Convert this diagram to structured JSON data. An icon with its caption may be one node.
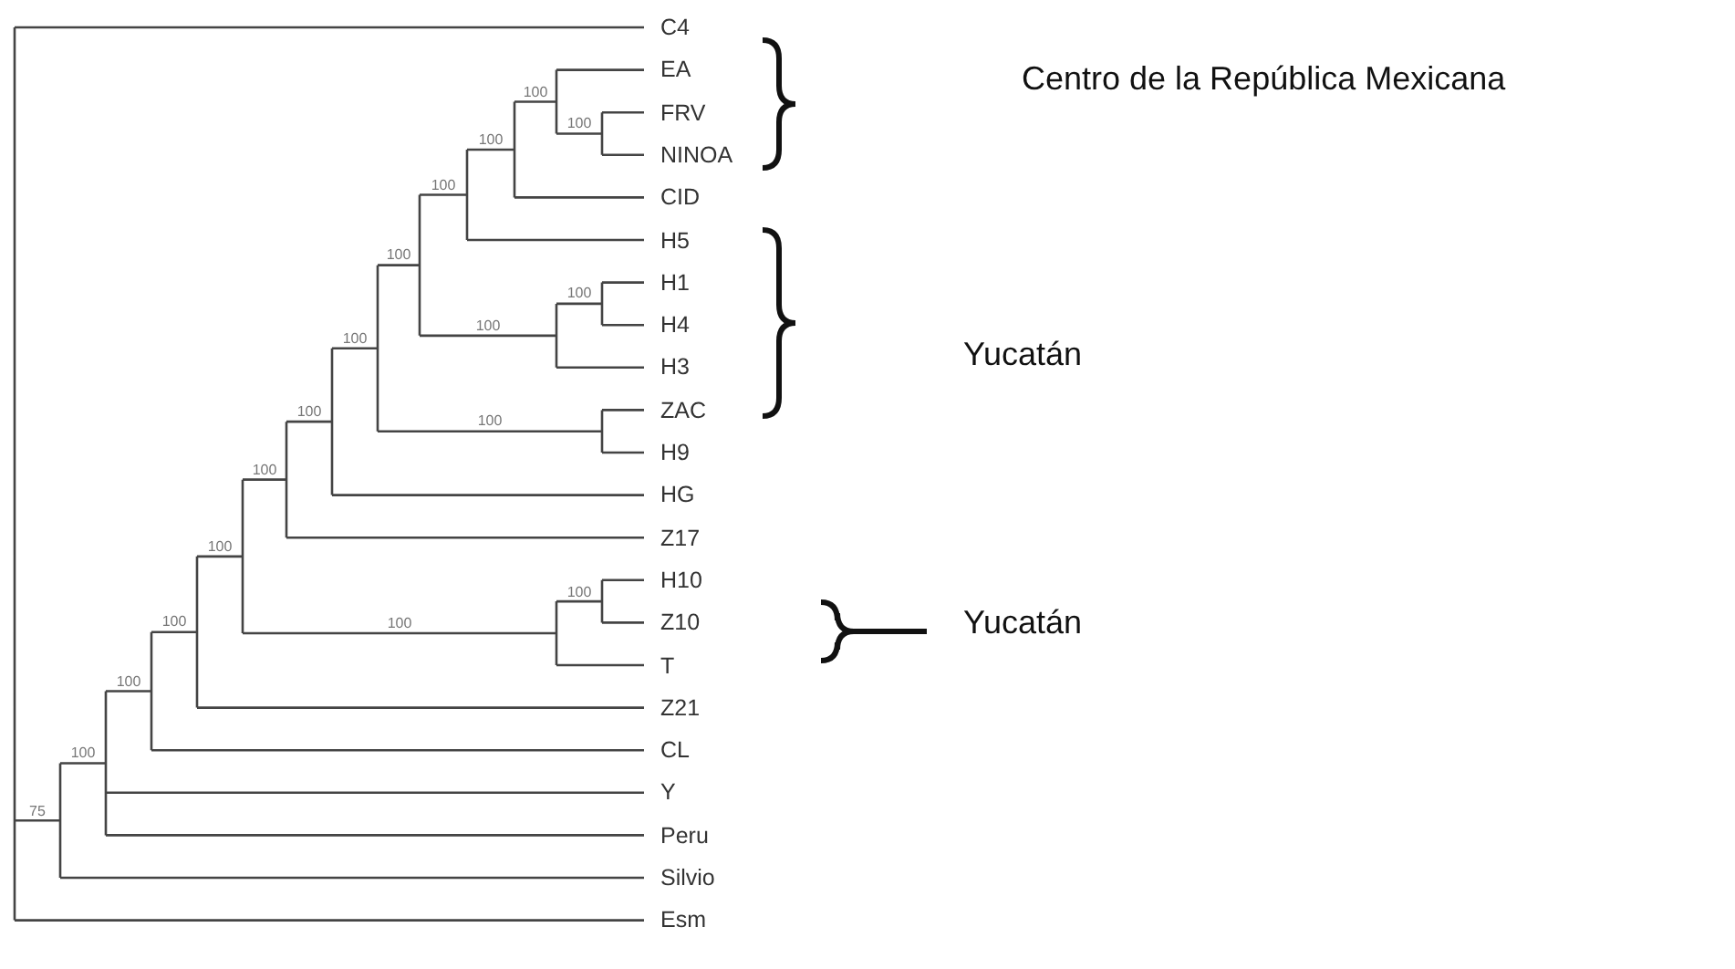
{
  "diagram": {
    "nodes": [
      {
        "text": [
          "C4"
        ]
      },
      {
        "text": [
          "EA"
        ]
      },
      {
        "text": [
          "FRV"
        ]
      },
      {
        "text": [
          "NINOA"
        ]
      },
      {
        "text": [
          "CID"
        ]
      },
      {
        "text": [
          "H5"
        ]
      },
      {
        "text": [
          "H1"
        ]
      },
      {
        "text": [
          "H4"
        ]
      },
      {
        "text": [
          "H3"
        ]
      },
      {
        "text": [
          "ZAC"
        ]
      },
      {
        "text": [
          "H9"
        ]
      },
      {
        "text": [
          "HG"
        ]
      },
      {
        "text": [
          "Z17"
        ]
      },
      {
        "text": [
          "H10"
        ]
      },
      {
        "text": [
          "Z10"
        ]
      },
      {
        "text": [
          "T"
        ]
      },
      {
        "text": [
          "Z21"
        ]
      },
      {
        "text": [
          "CL"
        ]
      },
      {
        "text": [
          "Y"
        ]
      },
      {
        "text": [
          "Peru"
        ]
      },
      {
        "text": [
          "Silvio"
        ]
      },
      {
        "text": [
          "Esm"
        ]
      }
    ],
    "labels": [
      "Centro de la República Mexicana",
      "Yucatán",
      "Yucatán",
      "100",
      "100",
      "100",
      "100",
      "100",
      "100",
      "100",
      "100",
      "100",
      "100",
      "100",
      "100",
      "100",
      "100",
      "100",
      "100",
      "100",
      "75"
    ]
  }
}
